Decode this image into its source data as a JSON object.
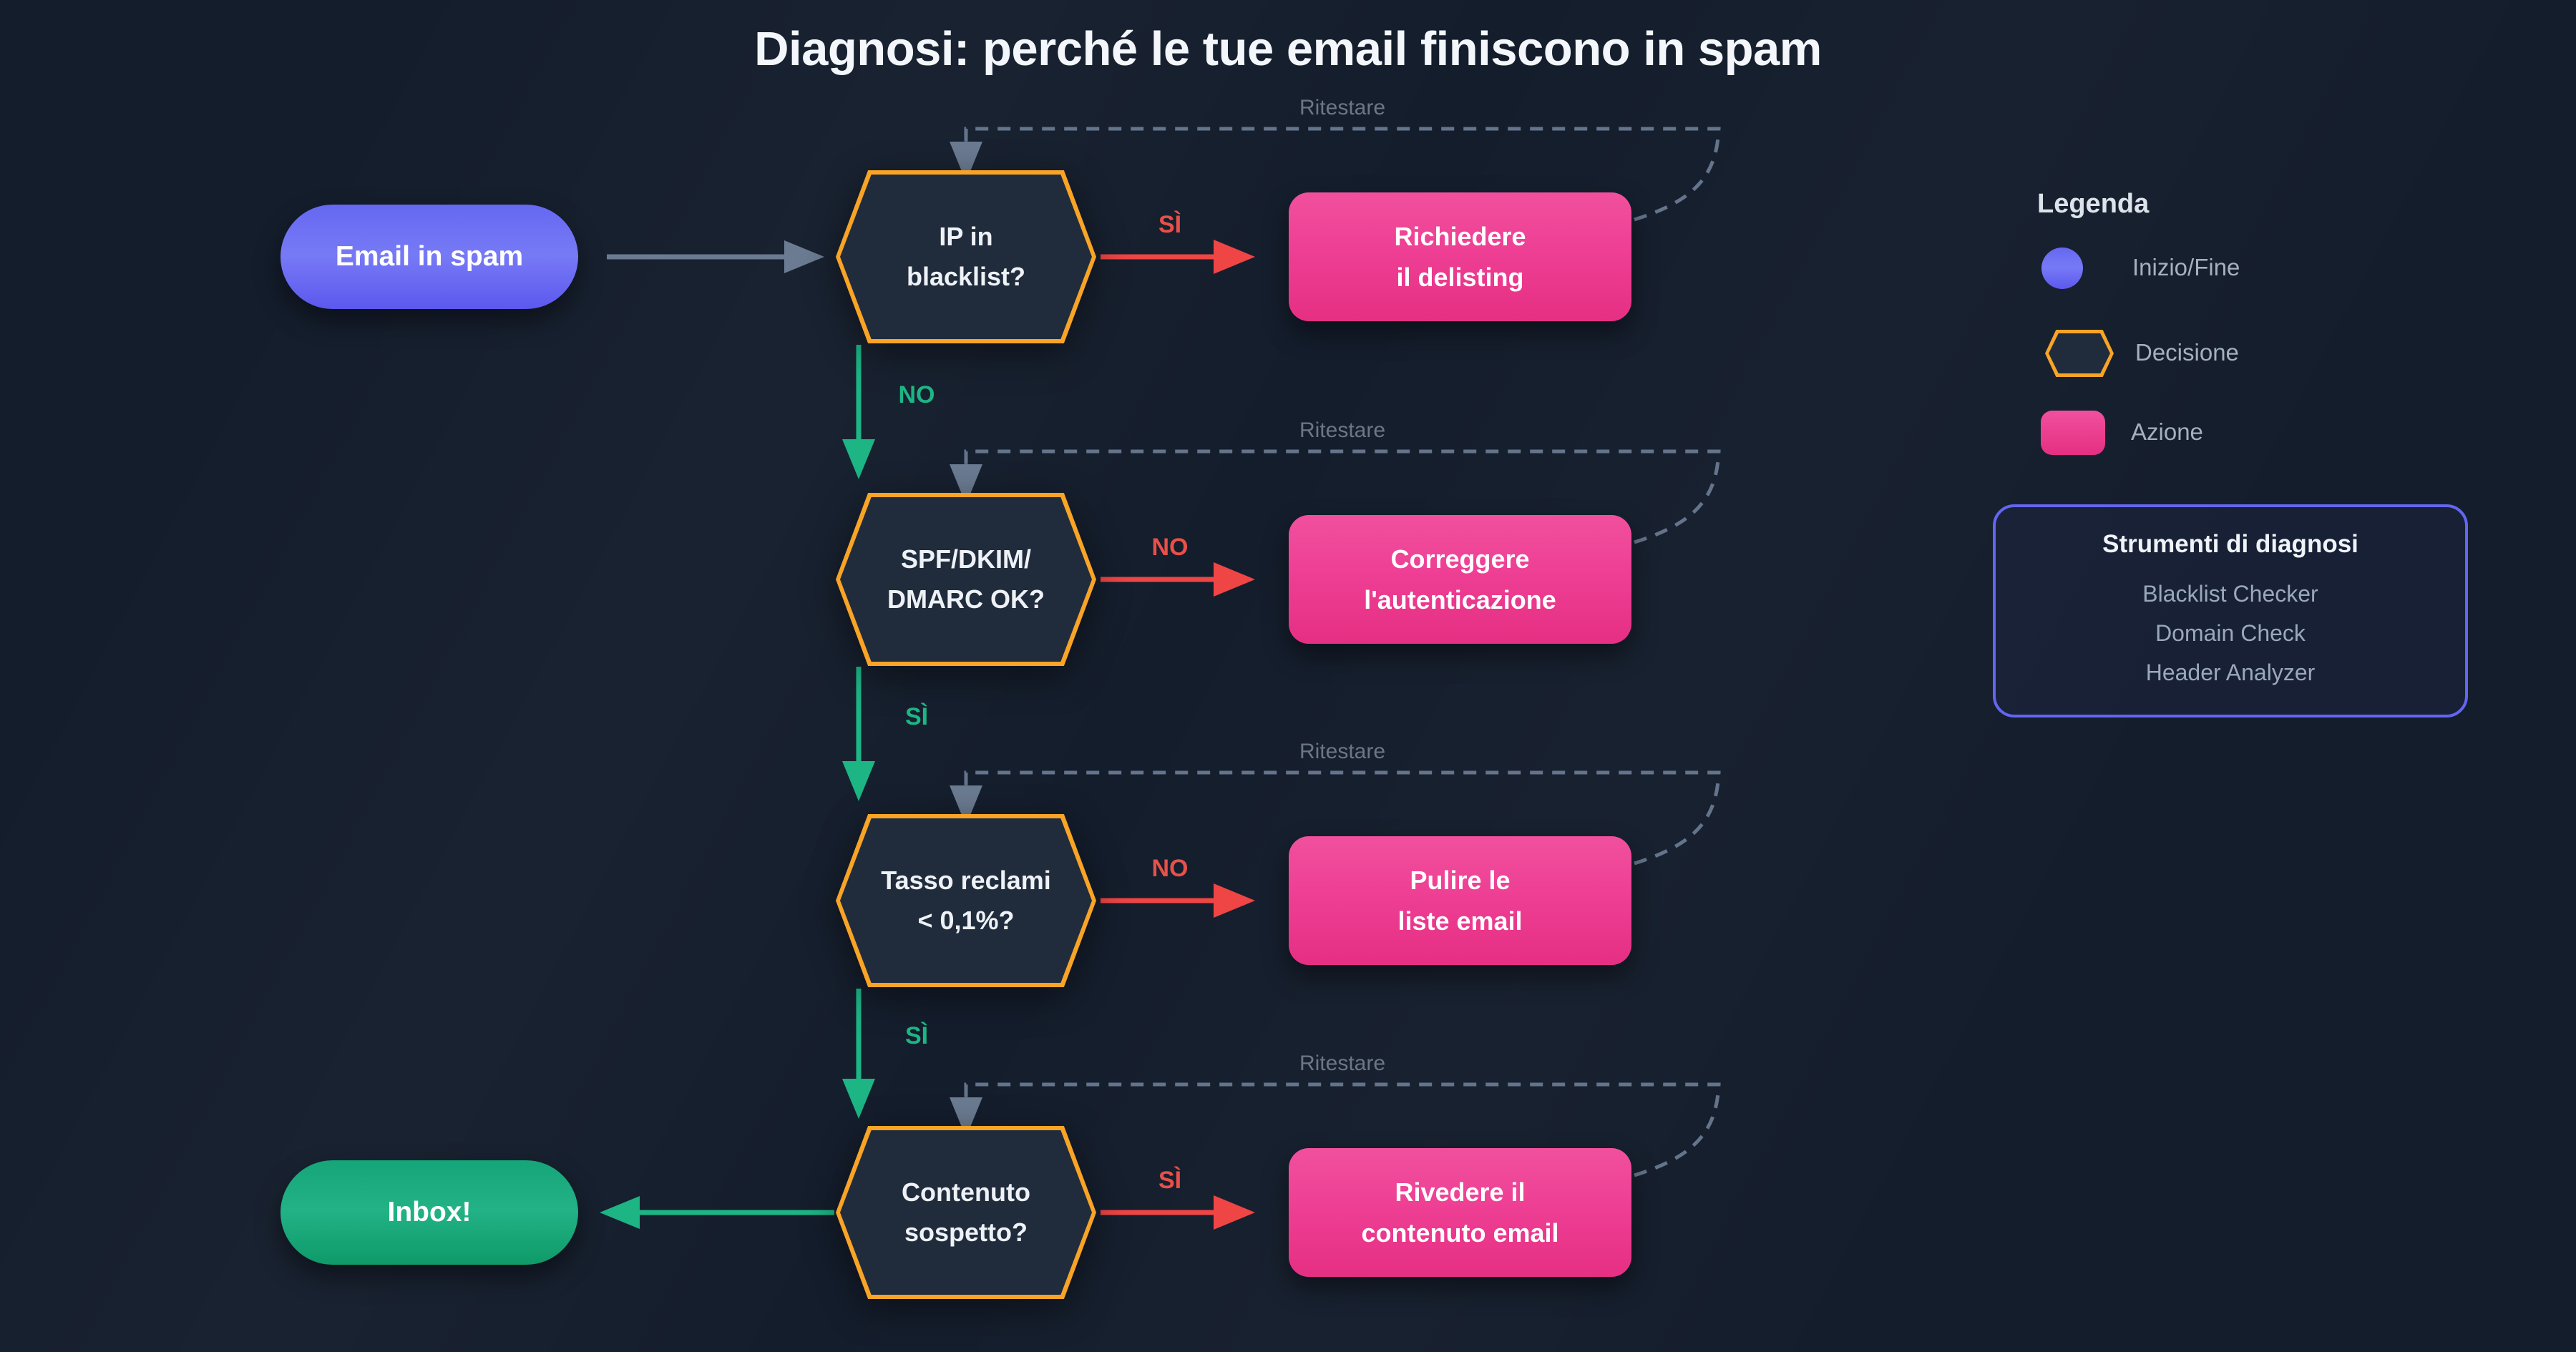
{
  "title": "Diagnosi: perché le tue email finiscono in spam",
  "nodes": {
    "start": {
      "label": "Email in spam"
    },
    "end": {
      "label": "Inbox!"
    }
  },
  "rows": [
    {
      "decision_line1": "IP in",
      "decision_line2": "blacklist?",
      "action_line1": "Richiedere",
      "action_line2": "il delisting",
      "right_label": "SÌ",
      "down_label": "NO",
      "retest_label": "Ritestare"
    },
    {
      "decision_line1": "SPF/DKIM/",
      "decision_line2": "DMARC OK?",
      "action_line1": "Correggere",
      "action_line2": "l'autenticazione",
      "right_label": "NO",
      "down_label": "SÌ",
      "retest_label": "Ritestare"
    },
    {
      "decision_line1": "Tasso reclami",
      "decision_line2": "< 0,1%?",
      "action_line1": "Pulire le",
      "action_line2": "liste email",
      "right_label": "NO",
      "down_label": "SÌ",
      "retest_label": "Ritestare"
    },
    {
      "decision_line1": "Contenuto",
      "decision_line2": "sospetto?",
      "action_line1": "Rivedere il",
      "action_line2": "contenuto email",
      "right_label": "SÌ",
      "retest_label": "Ritestare"
    }
  ],
  "legend": {
    "title": "Legenda",
    "items": [
      {
        "label": "Inizio/Fine"
      },
      {
        "label": "Decisione"
      },
      {
        "label": "Azione"
      }
    ]
  },
  "tools": {
    "title": "Strumenti di diagnosi",
    "items": [
      {
        "label": "Blacklist Checker"
      },
      {
        "label": "Domain Check"
      },
      {
        "label": "Header Analyzer"
      }
    ]
  },
  "colors": {
    "background": "#141d2c",
    "accent_orange": "#f9a426",
    "accent_pink": "#ec4899",
    "accent_purple": "#6366f1",
    "accent_green": "#10b981",
    "accent_red": "#ef4545",
    "slate_gray": "#64748b"
  }
}
